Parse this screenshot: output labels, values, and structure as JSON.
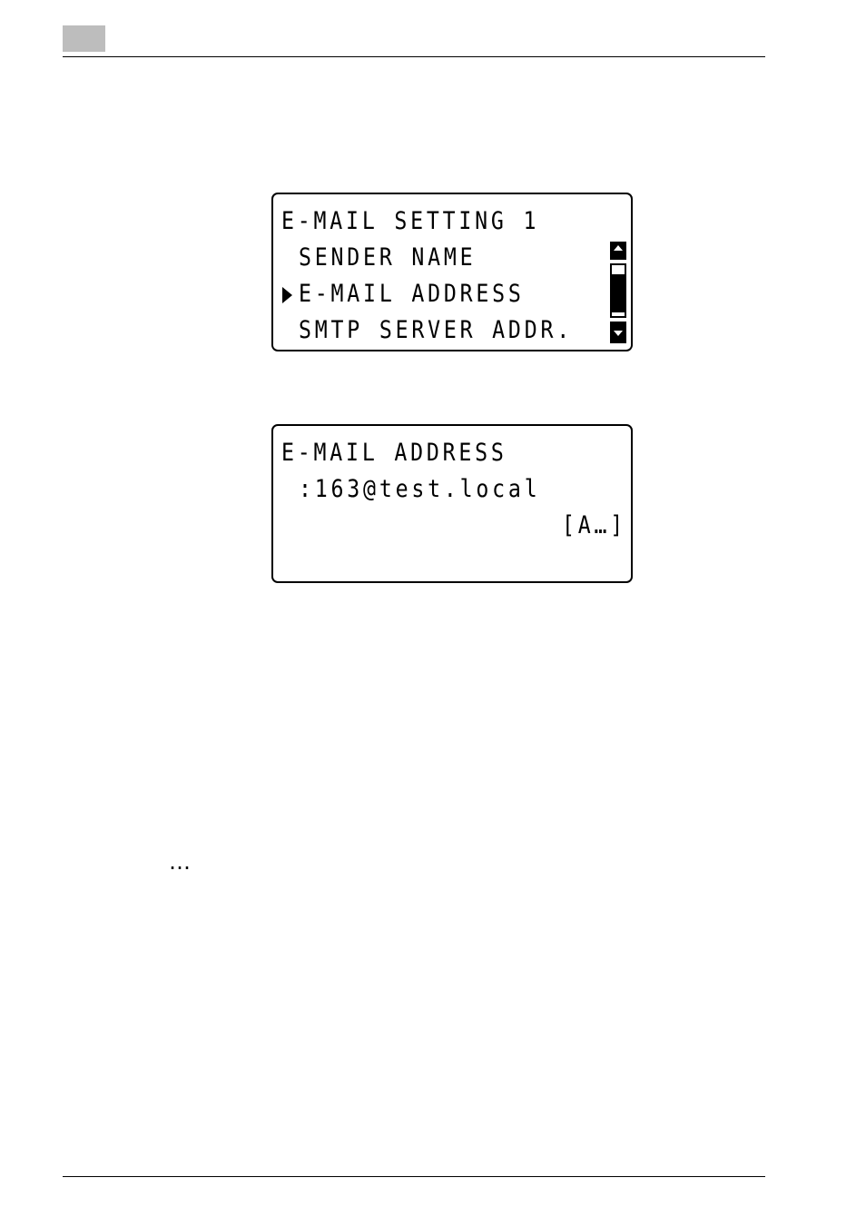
{
  "screen1": {
    "title": "E-MAIL SETTING 1",
    "items": [
      {
        "label": "SENDER NAME"
      },
      {
        "label": "E-MAIL ADDRESS"
      },
      {
        "label": "SMTP SERVER ADDR."
      }
    ],
    "selected_index": 1
  },
  "screen2": {
    "title": "E-MAIL ADDRESS",
    "value": ":163@test.local",
    "input_mode": "[A…]"
  },
  "footer_note": "…",
  "colors": {
    "chapter_tab": "#bdbdbd",
    "ink": "#000000"
  }
}
